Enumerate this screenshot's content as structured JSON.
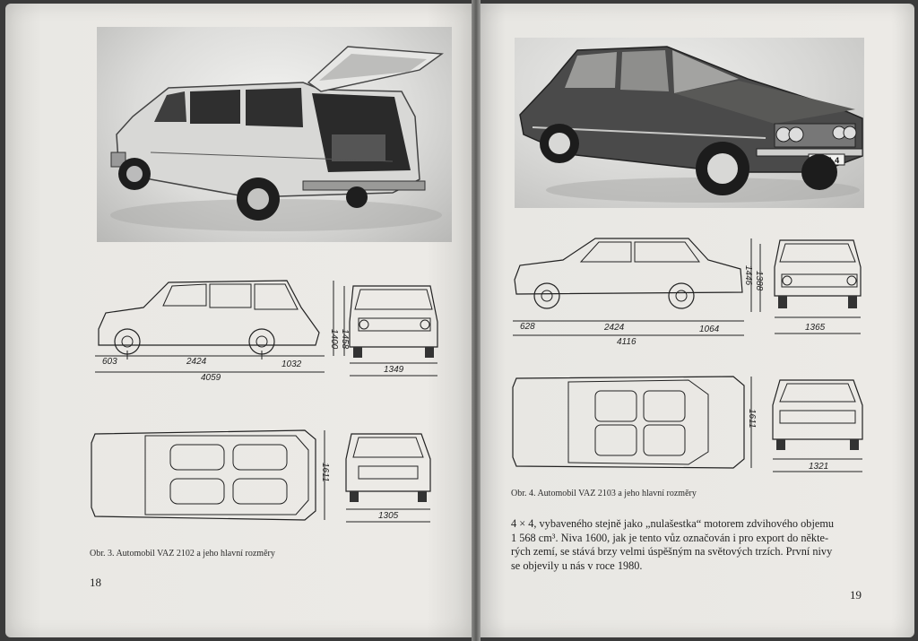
{
  "left_page": {
    "page_number": "18",
    "caption": "Obr. 3. Automobil VAZ 2102 a jeho hlavní rozměry",
    "side_dims": {
      "front": "603",
      "wheelbase": "2424",
      "rear": "1032",
      "length": "4059",
      "height1": "1400",
      "height2": "1458"
    },
    "front_dims": {
      "width": "1349"
    },
    "top_dims": {
      "width": "1611"
    },
    "rear_dims": {
      "track": "1305"
    }
  },
  "right_page": {
    "page_number": "19",
    "caption": "Obr. 4. Automobil VAZ 2103 a jeho hlavní rozměry",
    "side_dims": {
      "front": "628",
      "wheelbase": "2424",
      "rear": "1064",
      "length": "4116",
      "height1": "1446",
      "height2": "1388"
    },
    "front_dims": {
      "width": "1365"
    },
    "top_dims": {
      "width": "1611"
    },
    "rear_dims": {
      "track": "1321"
    },
    "plate": "P 6 1 4",
    "body_lines": [
      "4 × 4, vybaveného stejně jako „nulašestka“ motorem zdvihového objemu",
      "1 568 cm³. Niva 1600, jak je tento vůz označován i pro export do někte-",
      "rých zemí, se stává brzy velmi úspěšným na světových trzích. První nivy",
      "se objevily u nás v roce 1980."
    ]
  }
}
